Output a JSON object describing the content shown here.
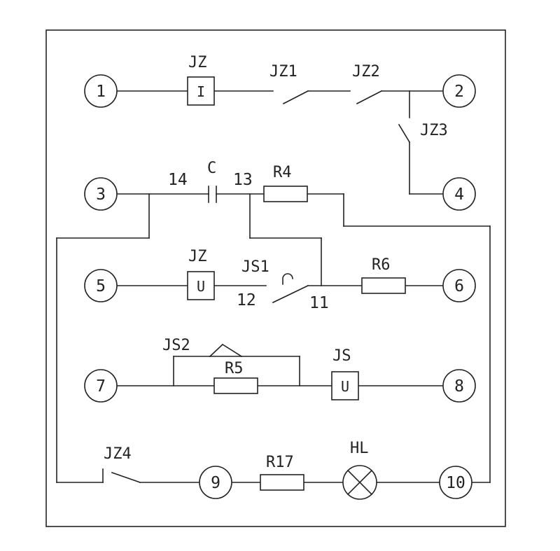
{
  "terminals": [
    "1",
    "2",
    "3",
    "4",
    "5",
    "6",
    "7",
    "8",
    "9",
    "10"
  ],
  "components": {
    "jz_top": {
      "label": "JZ",
      "symbol": "I"
    },
    "jz1": {
      "label": "JZ1"
    },
    "jz2": {
      "label": "JZ2"
    },
    "jz3": {
      "label": "JZ3"
    },
    "c": {
      "label": "C"
    },
    "node14": {
      "label": "14"
    },
    "node13": {
      "label": "13"
    },
    "r4": {
      "label": "R4"
    },
    "jz_mid": {
      "label": "JZ",
      "symbol": "U"
    },
    "js1": {
      "label": "JS1"
    },
    "node12": {
      "label": "12"
    },
    "node11": {
      "label": "11"
    },
    "r6": {
      "label": "R6"
    },
    "js2": {
      "label": "JS2"
    },
    "r5": {
      "label": "R5"
    },
    "js": {
      "label": "JS",
      "symbol": "U"
    },
    "jz4": {
      "label": "JZ4"
    },
    "r17": {
      "label": "R17"
    },
    "hl": {
      "label": "HL"
    }
  }
}
